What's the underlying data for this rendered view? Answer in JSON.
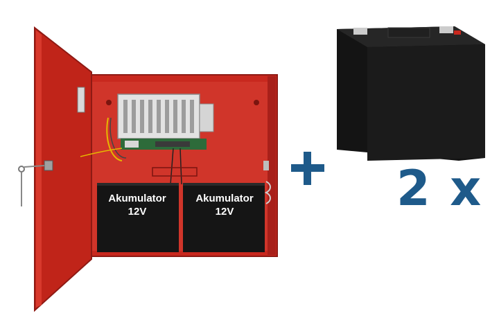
{
  "product": {
    "battery_labels": [
      {
        "line1": "Akumulator",
        "line2": "12V"
      },
      {
        "line1": "Akumulator",
        "line2": "12V"
      }
    ],
    "plus_symbol": "+",
    "quantity_text": "2 x"
  },
  "colors": {
    "cabinet_red": "#c8281e",
    "cabinet_dark": "#8e1a14",
    "battery_black": "#151515",
    "accent_blue": "#1e5a8a"
  }
}
